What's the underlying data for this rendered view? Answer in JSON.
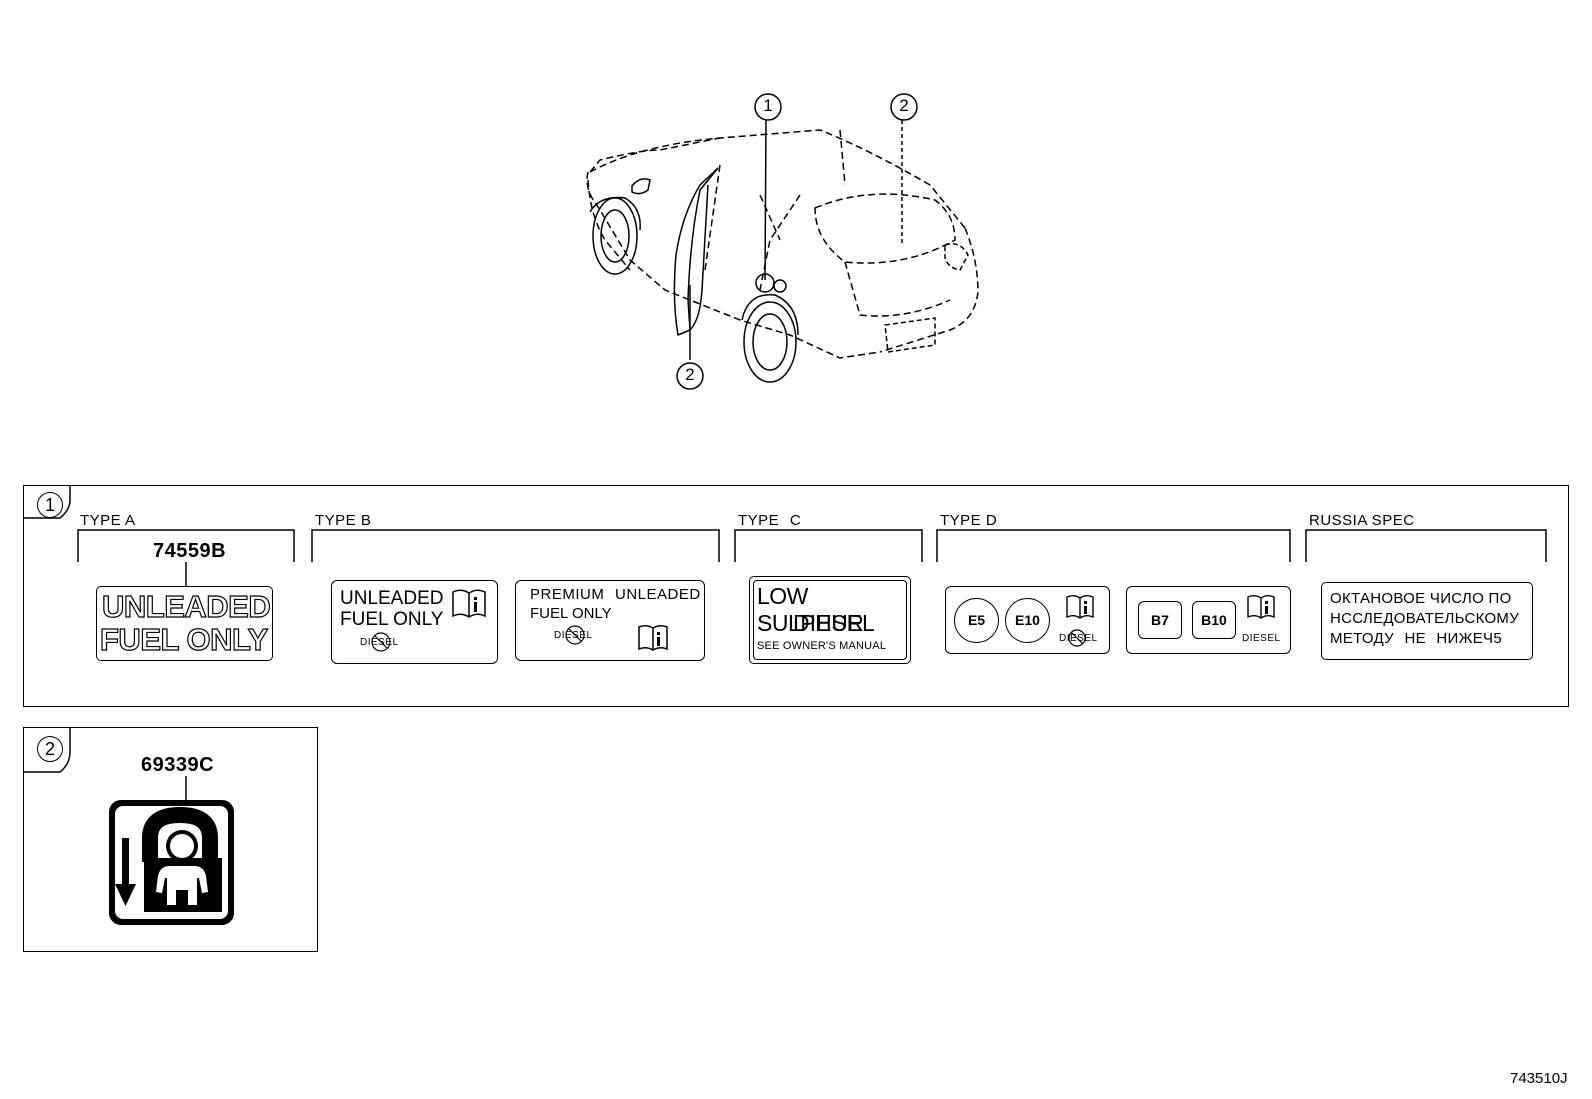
{
  "callouts": {
    "one": "1",
    "two": "2"
  },
  "panel1": {
    "callout": "1",
    "type_a": {
      "title": "TYPE A",
      "part_no": "74559B",
      "label_line1": "UNLEADED",
      "label_line2": "FUEL ONLY"
    },
    "type_b": {
      "title": "TYPE B",
      "label1_line1": "UNLEADED",
      "label1_line2": "FUEL ONLY",
      "label1_diesel": "DIESEL",
      "label2_line1": "PREMIUM UNLEADED",
      "label2_line2": "FUEL ONLY",
      "label2_diesel": "DIESEL"
    },
    "type_c": {
      "title": "TYPE C",
      "line1": "LOW SULPHUR",
      "line2": "DIESEL",
      "line3": "SEE OWNER'S MANUAL"
    },
    "type_d": {
      "title": "TYPE D",
      "badge_e5": "E5",
      "badge_e10": "E10",
      "diesel1": "DIESEL",
      "badge_b7": "B7",
      "badge_b10": "B10",
      "diesel2": "DIESEL"
    },
    "russia": {
      "title": "RUSSIA SPEC",
      "line1": "ОКТАНОВОЕ ЧИСЛО ПО",
      "line2": "НССЛЕДОВАТЕЛЬСКОМУ",
      "line3": "МЕТОДУ НЕ НИЖЕЧ5"
    }
  },
  "panel2": {
    "callout": "2",
    "part_no": "69339C"
  },
  "footer": {
    "code": "743510J"
  }
}
